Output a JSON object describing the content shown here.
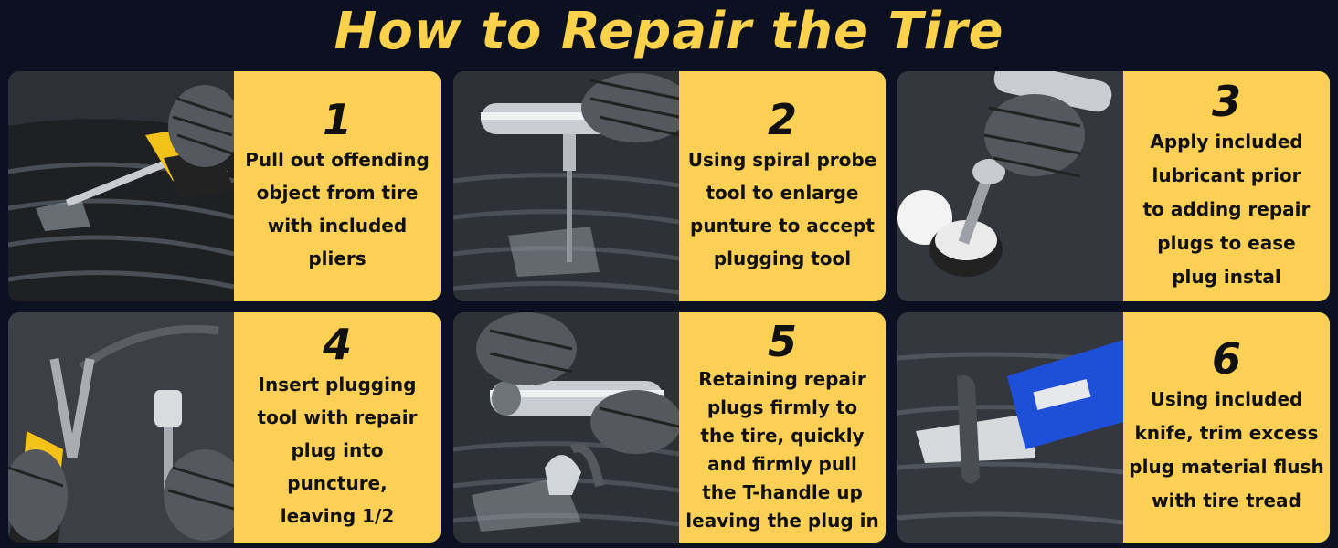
{
  "title": "How to Repair the Tire",
  "steps": [
    {
      "number": "1",
      "text": "Pull out offending\nobject from tire\nwith included pliers"
    },
    {
      "number": "2",
      "text": "Using spiral probe\ntool to enlarge\npunture to accept\nplugging tool"
    },
    {
      "number": "3",
      "text": "Apply included\nlubricant prior\nto adding repair\nplugs to ease\nplug instal"
    },
    {
      "number": "4",
      "text": "Insert plugging\ntool with repair\nplug into puncture,\nleaving 1/2"
    },
    {
      "number": "5",
      "text": "Retaining repair\nplugs firmly to\nthe tire, quickly\nand firmly pull\nthe T-handle up\nleaving the plug in"
    },
    {
      "number": "6",
      "text": "Using included\nknife, trim excess\nplug material flush\nwith tire tread"
    }
  ],
  "colors": {
    "background": "#0b1120",
    "accent": "#fcd14b",
    "panel": "#fcd055"
  }
}
